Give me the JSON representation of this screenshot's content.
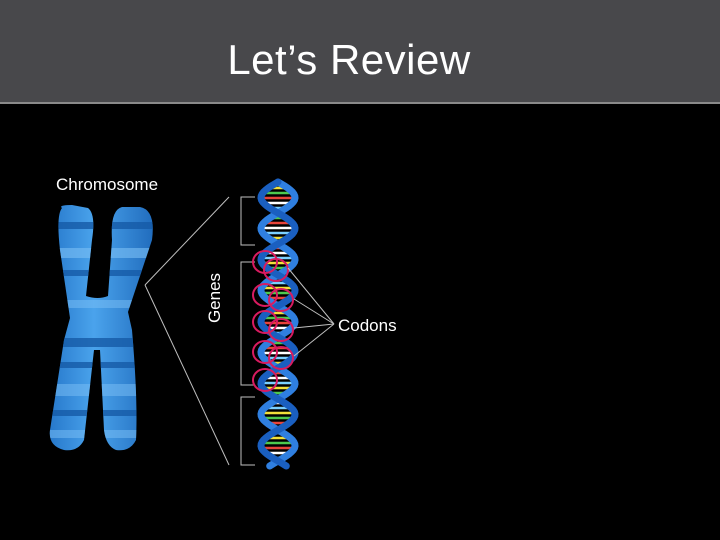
{
  "slide": {
    "title": "Let’s Review"
  },
  "labels": {
    "chromosome": "Chromosome",
    "genes": "Genes",
    "codons": "Codons"
  },
  "colors": {
    "title_bar": "#48484b",
    "background": "#000000",
    "chromosome": "#2f86d6",
    "helix": "#2f7fe0",
    "codon_circle": "#d81b60"
  }
}
